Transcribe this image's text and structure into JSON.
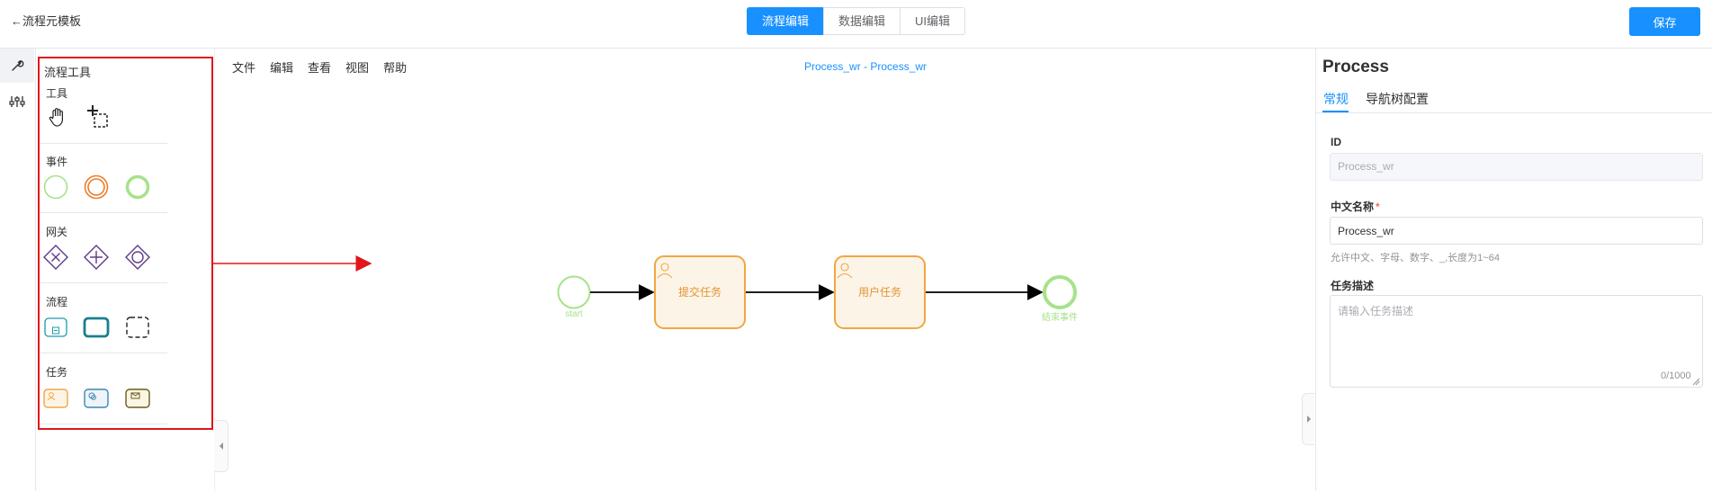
{
  "header": {
    "back_label": "←流程元模板",
    "tabs": [
      {
        "label": "流程编辑",
        "active": true
      },
      {
        "label": "数据编辑",
        "active": false
      },
      {
        "label": "UI编辑",
        "active": false
      }
    ],
    "save_label": "保存"
  },
  "icon_rail": [
    {
      "icon": "wrench-icon",
      "active": true
    },
    {
      "icon": "sliders-icon",
      "active": false
    }
  ],
  "palette": {
    "title": "流程工具",
    "groups": [
      {
        "label": "工具",
        "items": [
          "hand-tool-icon",
          "lasso-tool-icon"
        ]
      },
      {
        "label": "事件",
        "items": [
          "start-event-icon",
          "intermediate-event-icon",
          "end-event-icon"
        ]
      },
      {
        "label": "网关",
        "items": [
          "exclusive-gateway-icon",
          "parallel-gateway-icon",
          "inclusive-gateway-icon"
        ]
      },
      {
        "label": "流程",
        "items": [
          "subprocess-collapsed-icon",
          "subprocess-expanded-icon",
          "group-icon"
        ]
      },
      {
        "label": "任务",
        "items": [
          "user-task-icon",
          "service-task-icon",
          "receive-task-icon"
        ]
      }
    ]
  },
  "menu": [
    "文件",
    "编辑",
    "查看",
    "视图",
    "帮助"
  ],
  "canvas": {
    "title": "Process_wr - Process_wr",
    "nodes": {
      "start_label": "start",
      "task1_label": "提交任务",
      "task2_label": "用户任务",
      "end_label": "结束事件"
    },
    "colors": {
      "start_stroke": "#a6e28a",
      "task_stroke": "#f0a742",
      "task_fill": "#fdf4e8",
      "task_text": "#e09530",
      "annotation_red": "#e0161a",
      "flow": "#000000"
    }
  },
  "properties": {
    "title": "Process",
    "tabs": [
      {
        "label": "常规",
        "active": true
      },
      {
        "label": "导航树配置",
        "active": false
      }
    ],
    "id_label": "ID",
    "id_value": "Process_wr",
    "name_label": "中文名称",
    "name_required": "*",
    "name_value": "Process_wr",
    "name_hint": "允许中文、字母、数字、_,长度为1~64",
    "desc_label": "任务描述",
    "desc_placeholder": "请输入任务描述",
    "desc_counter": "0/1000"
  },
  "colors": {
    "accent": "#1890ff"
  }
}
